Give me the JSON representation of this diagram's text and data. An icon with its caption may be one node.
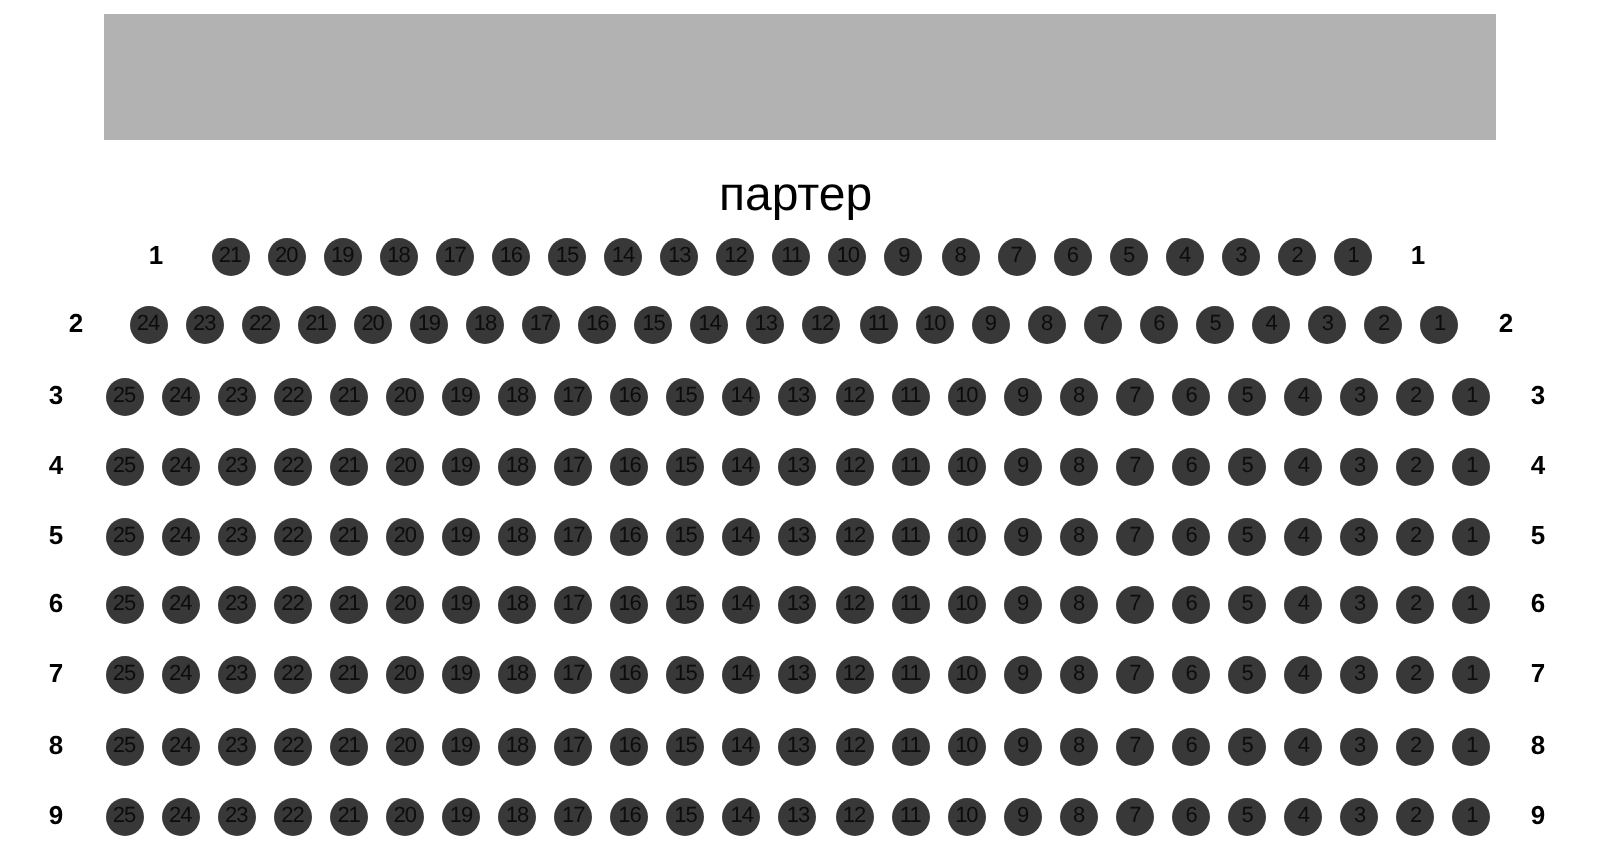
{
  "diagram": {
    "nodes": [
      {
        "text": [],
        "shape": "box"
      },
      {
        "text": [
          "21"
        ]
      },
      {
        "text": [
          "20"
        ]
      },
      {
        "text": [
          "19"
        ]
      },
      {
        "text": [
          "18"
        ]
      },
      {
        "text": [
          "17"
        ]
      },
      {
        "text": [
          "16"
        ]
      },
      {
        "text": [
          "15"
        ]
      },
      {
        "text": [
          "14"
        ]
      },
      {
        "text": [
          "13"
        ]
      },
      {
        "text": [
          "12"
        ]
      },
      {
        "text": [
          "11"
        ]
      },
      {
        "text": [
          "10"
        ]
      },
      {
        "text": [
          "9"
        ]
      },
      {
        "text": [
          "8"
        ]
      },
      {
        "text": [
          "7"
        ]
      },
      {
        "text": [
          "6"
        ]
      },
      {
        "text": [
          "5"
        ]
      },
      {
        "text": [
          "4"
        ]
      },
      {
        "text": [
          "3"
        ]
      },
      {
        "text": [
          "2"
        ]
      },
      {
        "text": [
          "1"
        ]
      },
      {
        "text": [
          "24"
        ]
      },
      {
        "text": [
          "23"
        ]
      },
      {
        "text": [
          "22"
        ]
      },
      {
        "text": [
          "21"
        ]
      },
      {
        "text": [
          "20"
        ]
      },
      {
        "text": [
          "19"
        ]
      },
      {
        "text": [
          "18"
        ]
      },
      {
        "text": [
          "17"
        ]
      },
      {
        "text": [
          "16"
        ]
      },
      {
        "text": [
          "15"
        ]
      },
      {
        "text": [
          "14"
        ]
      },
      {
        "text": [
          "13"
        ]
      },
      {
        "text": [
          "12"
        ]
      },
      {
        "text": [
          "11"
        ]
      },
      {
        "text": [
          "10"
        ]
      },
      {
        "text": [
          "9"
        ]
      },
      {
        "text": [
          "8"
        ]
      },
      {
        "text": [
          "7"
        ]
      },
      {
        "text": [
          "6"
        ]
      },
      {
        "text": [
          "5"
        ]
      },
      {
        "text": [
          "4"
        ]
      },
      {
        "text": [
          "3"
        ]
      },
      {
        "text": [
          "2"
        ]
      },
      {
        "text": [
          "1"
        ]
      },
      {
        "text": [
          "25"
        ]
      },
      {
        "text": [
          "24"
        ]
      },
      {
        "text": [
          "23"
        ]
      },
      {
        "text": [
          "22"
        ]
      },
      {
        "text": [
          "21"
        ]
      },
      {
        "text": [
          "20"
        ]
      },
      {
        "text": [
          "19"
        ]
      },
      {
        "text": [
          "18"
        ]
      },
      {
        "text": [
          "17"
        ]
      },
      {
        "text": [
          "16"
        ]
      },
      {
        "text": [
          "15"
        ]
      },
      {
        "text": [
          "14"
        ]
      },
      {
        "text": [
          "13"
        ]
      },
      {
        "text": [
          "12"
        ]
      },
      {
        "text": [
          "11"
        ]
      },
      {
        "text": [
          "10"
        ]
      },
      {
        "text": [
          "9"
        ]
      },
      {
        "text": [
          "8"
        ]
      },
      {
        "text": [
          "7"
        ]
      },
      {
        "text": [
          "6"
        ]
      },
      {
        "text": [
          "5"
        ]
      },
      {
        "text": [
          "4"
        ]
      },
      {
        "text": [
          "3"
        ]
      },
      {
        "text": [
          "2"
        ]
      },
      {
        "text": [
          "1"
        ]
      },
      {
        "text": [
          "25"
        ]
      },
      {
        "text": [
          "24"
        ]
      },
      {
        "text": [
          "23"
        ]
      },
      {
        "text": [
          "22"
        ]
      },
      {
        "text": [
          "21"
        ]
      },
      {
        "text": [
          "20"
        ]
      },
      {
        "text": [
          "19"
        ]
      },
      {
        "text": [
          "18"
        ]
      },
      {
        "text": [
          "17"
        ]
      },
      {
        "text": [
          "16"
        ]
      },
      {
        "text": [
          "15"
        ]
      },
      {
        "text": [
          "14"
        ]
      },
      {
        "text": [
          "13"
        ]
      },
      {
        "text": [
          "12"
        ]
      },
      {
        "text": [
          "11"
        ]
      },
      {
        "text": [
          "10"
        ]
      },
      {
        "text": [
          "9"
        ]
      },
      {
        "text": [
          "8"
        ]
      },
      {
        "text": [
          "7"
        ]
      },
      {
        "text": [
          "6"
        ]
      },
      {
        "text": [
          "5"
        ]
      },
      {
        "text": [
          "4"
        ]
      },
      {
        "text": [
          "3"
        ]
      },
      {
        "text": [
          "2"
        ]
      },
      {
        "text": [
          "1"
        ]
      },
      {
        "text": [
          "25"
        ]
      },
      {
        "text": [
          "24"
        ]
      },
      {
        "text": [
          "23"
        ]
      },
      {
        "text": [
          "22"
        ]
      },
      {
        "text": [
          "21"
        ]
      },
      {
        "text": [
          "20"
        ]
      },
      {
        "text": [
          "19"
        ]
      },
      {
        "text": [
          "18"
        ]
      },
      {
        "text": [
          "17"
        ]
      },
      {
        "text": [
          "16"
        ]
      },
      {
        "text": [
          "15"
        ]
      },
      {
        "text": [
          "14"
        ]
      },
      {
        "text": [
          "13"
        ]
      },
      {
        "text": [
          "12"
        ]
      },
      {
        "text": [
          "11"
        ]
      },
      {
        "text": [
          "10"
        ]
      },
      {
        "text": [
          "9"
        ]
      },
      {
        "text": [
          "8"
        ]
      },
      {
        "text": [
          "7"
        ]
      },
      {
        "text": [
          "6"
        ]
      },
      {
        "text": [
          "5"
        ]
      },
      {
        "text": [
          "4"
        ]
      },
      {
        "text": [
          "3"
        ]
      },
      {
        "text": [
          "2"
        ]
      },
      {
        "text": [
          "1"
        ]
      },
      {
        "text": [
          "25"
        ]
      },
      {
        "text": [
          "24"
        ]
      },
      {
        "text": [
          "23"
        ]
      },
      {
        "text": [
          "22"
        ]
      },
      {
        "text": [
          "21"
        ]
      },
      {
        "text": [
          "20"
        ]
      },
      {
        "text": [
          "19"
        ]
      },
      {
        "text": [
          "18"
        ]
      },
      {
        "text": [
          "17"
        ]
      },
      {
        "text": [
          "16"
        ]
      },
      {
        "text": [
          "15"
        ]
      },
      {
        "text": [
          "14"
        ]
      },
      {
        "text": [
          "13"
        ]
      },
      {
        "text": [
          "12"
        ]
      },
      {
        "text": [
          "11"
        ]
      },
      {
        "text": [
          "10"
        ]
      },
      {
        "text": [
          "9"
        ]
      },
      {
        "text": [
          "8"
        ]
      },
      {
        "text": [
          "7"
        ]
      },
      {
        "text": [
          "6"
        ]
      },
      {
        "text": [
          "5"
        ]
      },
      {
        "text": [
          "4"
        ]
      },
      {
        "text": [
          "3"
        ]
      },
      {
        "text": [
          "2"
        ]
      },
      {
        "text": [
          "1"
        ]
      },
      {
        "text": [
          "25"
        ]
      },
      {
        "text": [
          "24"
        ]
      },
      {
        "text": [
          "23"
        ]
      },
      {
        "text": [
          "22"
        ]
      },
      {
        "text": [
          "21"
        ]
      },
      {
        "text": [
          "20"
        ]
      },
      {
        "text": [
          "19"
        ]
      },
      {
        "text": [
          "18"
        ]
      },
      {
        "text": [
          "17"
        ]
      },
      {
        "text": [
          "16"
        ]
      },
      {
        "text": [
          "15"
        ]
      },
      {
        "text": [
          "14"
        ]
      },
      {
        "text": [
          "13"
        ]
      },
      {
        "text": [
          "12"
        ]
      },
      {
        "text": [
          "11"
        ]
      },
      {
        "text": [
          "10"
        ]
      },
      {
        "text": [
          "9"
        ]
      },
      {
        "text": [
          "8"
        ]
      },
      {
        "text": [
          "7"
        ]
      },
      {
        "text": [
          "6"
        ]
      },
      {
        "text": [
          "5"
        ]
      },
      {
        "text": [
          "4"
        ]
      },
      {
        "text": [
          "3"
        ]
      },
      {
        "text": [
          "2"
        ]
      },
      {
        "text": [
          "1"
        ]
      },
      {
        "text": [
          "25"
        ]
      },
      {
        "text": [
          "24"
        ]
      },
      {
        "text": [
          "23"
        ]
      },
      {
        "text": [
          "22"
        ]
      },
      {
        "text": [
          "21"
        ]
      },
      {
        "text": [
          "20"
        ]
      },
      {
        "text": [
          "19"
        ]
      },
      {
        "text": [
          "18"
        ]
      },
      {
        "text": [
          "17"
        ]
      },
      {
        "text": [
          "16"
        ]
      },
      {
        "text": [
          "15"
        ]
      },
      {
        "text": [
          "14"
        ]
      },
      {
        "text": [
          "13"
        ]
      },
      {
        "text": [
          "12"
        ]
      },
      {
        "text": [
          "11"
        ]
      },
      {
        "text": [
          "10"
        ]
      },
      {
        "text": [
          "9"
        ]
      },
      {
        "text": [
          "8"
        ]
      },
      {
        "text": [
          "7"
        ]
      },
      {
        "text": [
          "6"
        ]
      },
      {
        "text": [
          "5"
        ]
      },
      {
        "text": [
          "4"
        ]
      },
      {
        "text": [
          "3"
        ]
      },
      {
        "text": [
          "2"
        ]
      },
      {
        "text": [
          "1"
        ]
      },
      {
        "text": [
          "25"
        ]
      },
      {
        "text": [
          "24"
        ]
      },
      {
        "text": [
          "23"
        ]
      },
      {
        "text": [
          "22"
        ]
      },
      {
        "text": [
          "21"
        ]
      },
      {
        "text": [
          "20"
        ]
      },
      {
        "text": [
          "19"
        ]
      },
      {
        "text": [
          "18"
        ]
      },
      {
        "text": [
          "17"
        ]
      },
      {
        "text": [
          "16"
        ]
      },
      {
        "text": [
          "15"
        ]
      },
      {
        "text": [
          "14"
        ]
      },
      {
        "text": [
          "13"
        ]
      },
      {
        "text": [
          "12"
        ]
      },
      {
        "text": [
          "11"
        ]
      },
      {
        "text": [
          "10"
        ]
      },
      {
        "text": [
          "9"
        ]
      },
      {
        "text": [
          "8"
        ]
      },
      {
        "text": [
          "7"
        ]
      },
      {
        "text": [
          "6"
        ]
      },
      {
        "text": [
          "5"
        ]
      },
      {
        "text": [
          "4"
        ]
      },
      {
        "text": [
          "3"
        ]
      },
      {
        "text": [
          "2"
        ]
      },
      {
        "text": [
          "1"
        ]
      }
    ],
    "labels": [
      "партер",
      "1",
      "1",
      "2",
      "2",
      "3",
      "3",
      "4",
      "4",
      "5",
      "5",
      "6",
      "6",
      "7",
      "7",
      "8",
      "8",
      "9",
      "9"
    ]
  }
}
